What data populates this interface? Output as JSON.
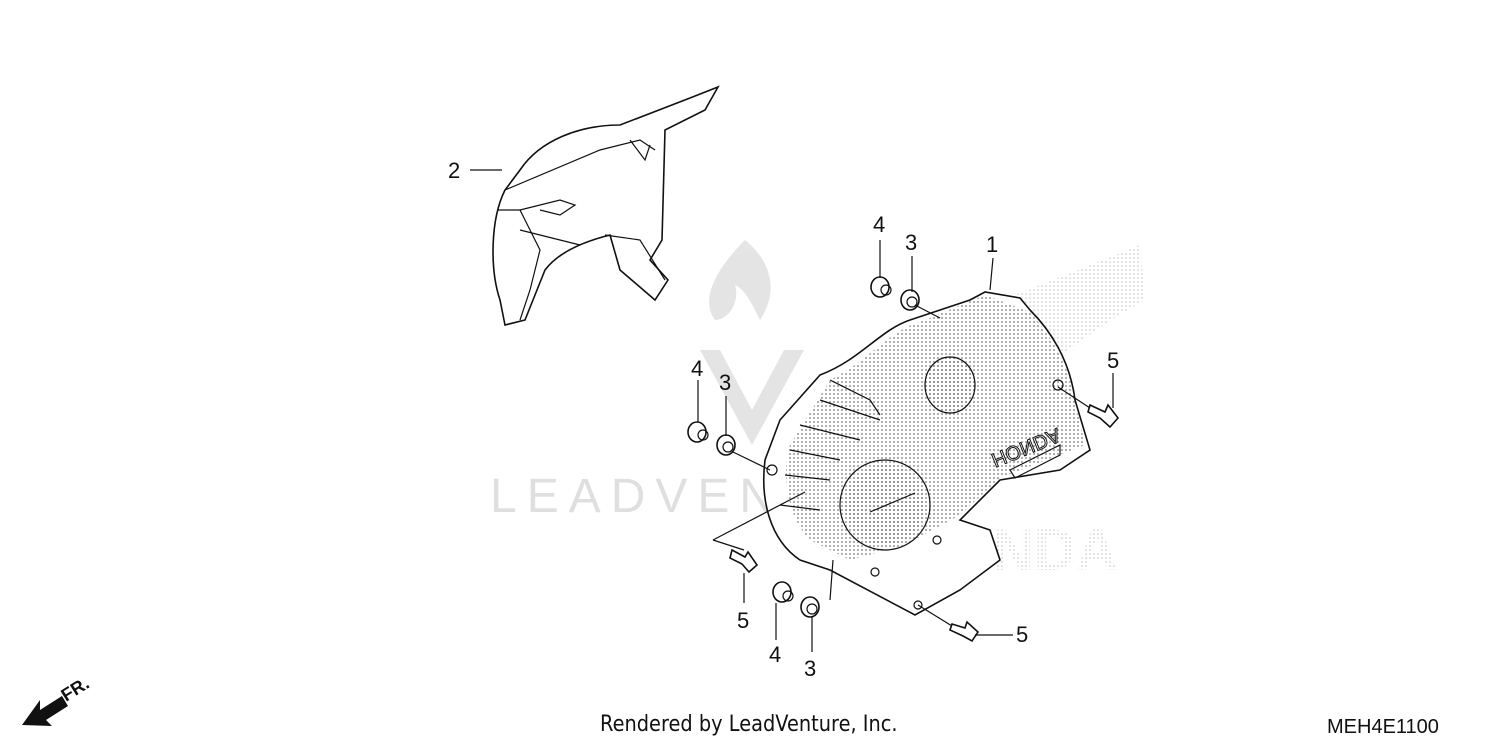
{
  "diagram": {
    "callouts": {
      "c1": "1",
      "c2": "2",
      "c3a": "3",
      "c3b": "3",
      "c3c": "3",
      "c4a": "4",
      "c4b": "4",
      "c4c": "4",
      "c5a": "5",
      "c5b": "5",
      "c5c": "5"
    },
    "direction_label": "FR.",
    "cover_logo_text": "HONDA",
    "watermark_text": "LEADVENTURE",
    "watermark_brand": "HONDA"
  },
  "footer": {
    "rendered_by": "Rendered by LeadVenture, Inc.",
    "diagram_code": "MEH4E1100"
  },
  "colors": {
    "ink": "#111111",
    "watermark": "#d9d9d9",
    "halftone": "#9a9a9a"
  }
}
